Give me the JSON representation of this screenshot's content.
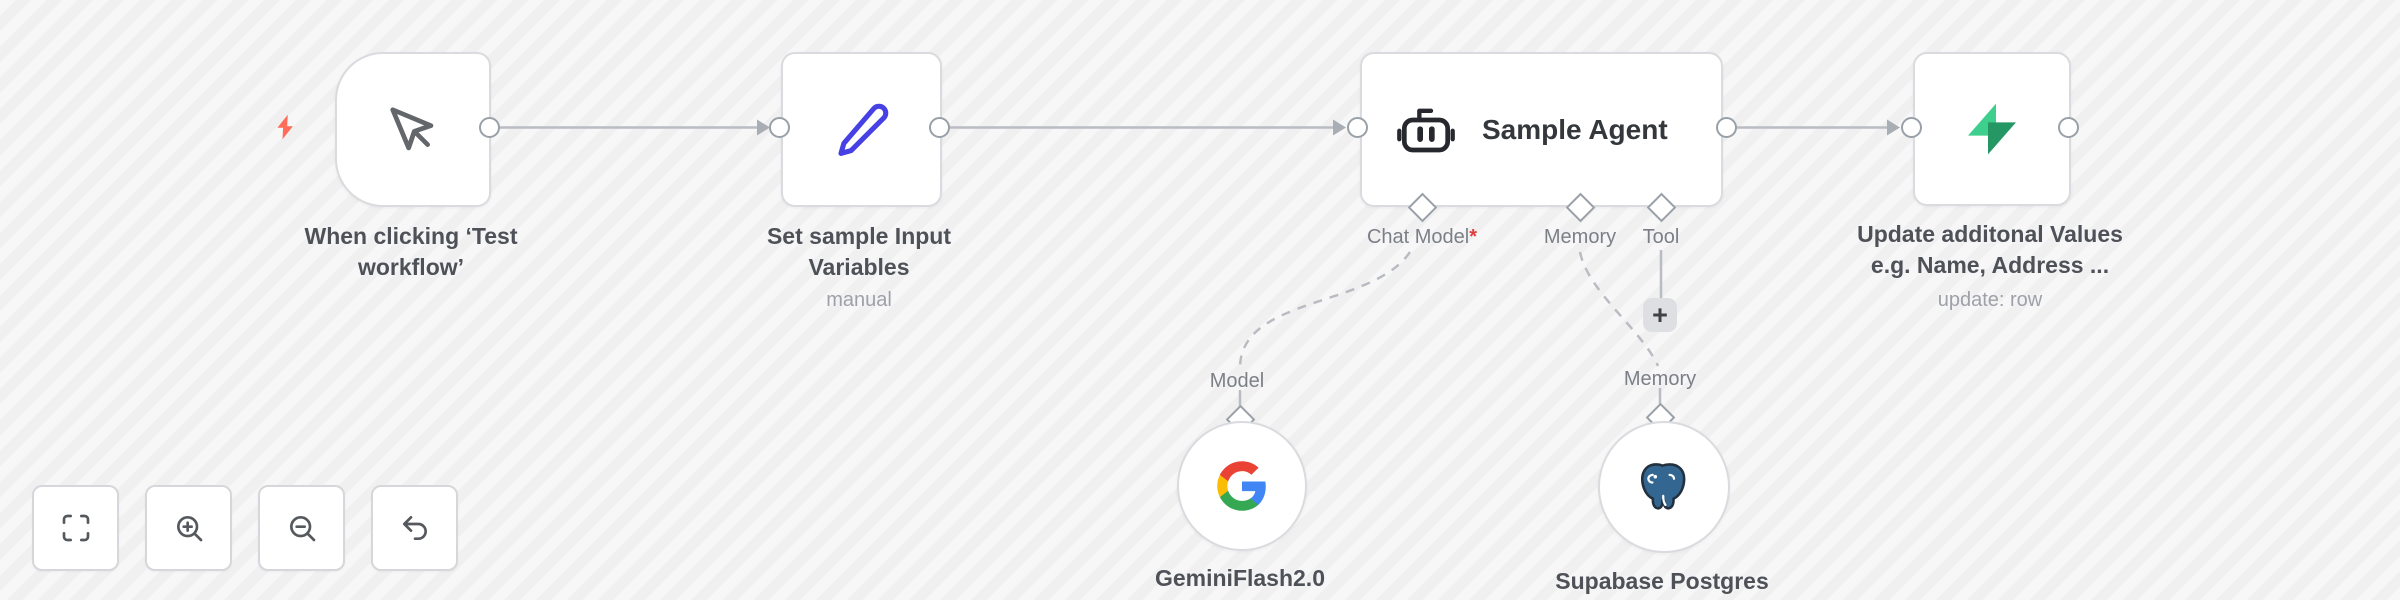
{
  "nodes": {
    "trigger": {
      "title_line1": "When clicking ‘Test",
      "title_line2": "workflow’"
    },
    "set": {
      "title_line1": "Set sample Input",
      "title_line2": "Variables",
      "subtitle": "manual"
    },
    "agent": {
      "title": "Sample Agent",
      "ports": {
        "chat_model": "Chat Model",
        "required_mark": "*",
        "memory": "Memory",
        "tool": "Tool"
      },
      "add_tool_label": "+"
    },
    "update": {
      "title_line1": "Update additonal Values",
      "title_line2": "e.g. Name, Address ...",
      "subtitle": "update: row"
    },
    "model": {
      "port_label": "Model",
      "title": "GeminiFlash2.0"
    },
    "memory": {
      "port_label": "Memory",
      "title": "Supabase Postgres"
    }
  },
  "controls": {
    "zoom_to_fit": "zoom-to-fit",
    "zoom_in": "zoom-in",
    "zoom_out": "zoom-out",
    "undo": "undo"
  },
  "colors": {
    "trigger_bolt": "#ff6d5a",
    "pencil_blue": "#4640e5",
    "supabase_green": "#3ecf8e",
    "supabase_green_dark": "#259764",
    "postgres_blue": "#336791",
    "asterisk_red": "#e03e3e",
    "wire_gray": "#b9bcc2"
  }
}
